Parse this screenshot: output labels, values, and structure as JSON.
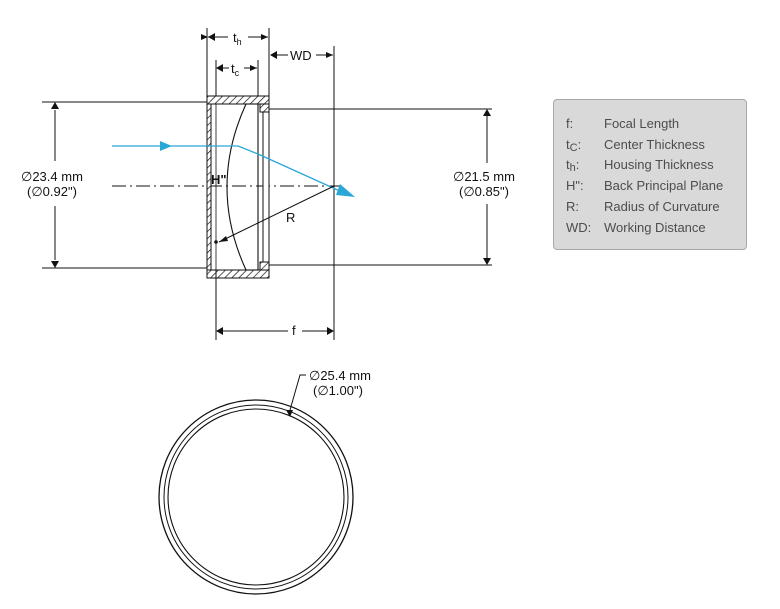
{
  "labels": {
    "th_main": "t",
    "th_sub": "h",
    "tc_main": "t",
    "tc_sub": "c",
    "wd": "WD",
    "h_pp": "H\"",
    "r": "R",
    "f": "f",
    "left_dia_mm": "∅23.4 mm",
    "left_dia_in": "(∅0.92\")",
    "right_dia_mm": "∅21.5 mm",
    "right_dia_in": "(∅0.85\")",
    "bottom_dia_mm": "∅25.4 mm",
    "bottom_dia_in": "(∅1.00\")"
  },
  "legend": [
    {
      "key": "f:",
      "key_sub": "",
      "value": "Focal Length"
    },
    {
      "key": "t",
      "key_sub": "C",
      "key_suffix": ":",
      "value": "Center Thickness"
    },
    {
      "key": "t",
      "key_sub": "h",
      "key_suffix": ":",
      "value": "Housing Thickness"
    },
    {
      "key": "H\":",
      "key_sub": "",
      "value": "Back Principal Plane"
    },
    {
      "key": "R:",
      "key_sub": "",
      "value": "Radius of Curvature"
    },
    {
      "key": "WD:",
      "key_sub": "",
      "value": "Working Distance"
    }
  ],
  "colors": {
    "ray": "#2aa7d6",
    "line": "#111111",
    "legend_bg": "#d9d9d9",
    "legend_text": "#4d4d4d"
  }
}
